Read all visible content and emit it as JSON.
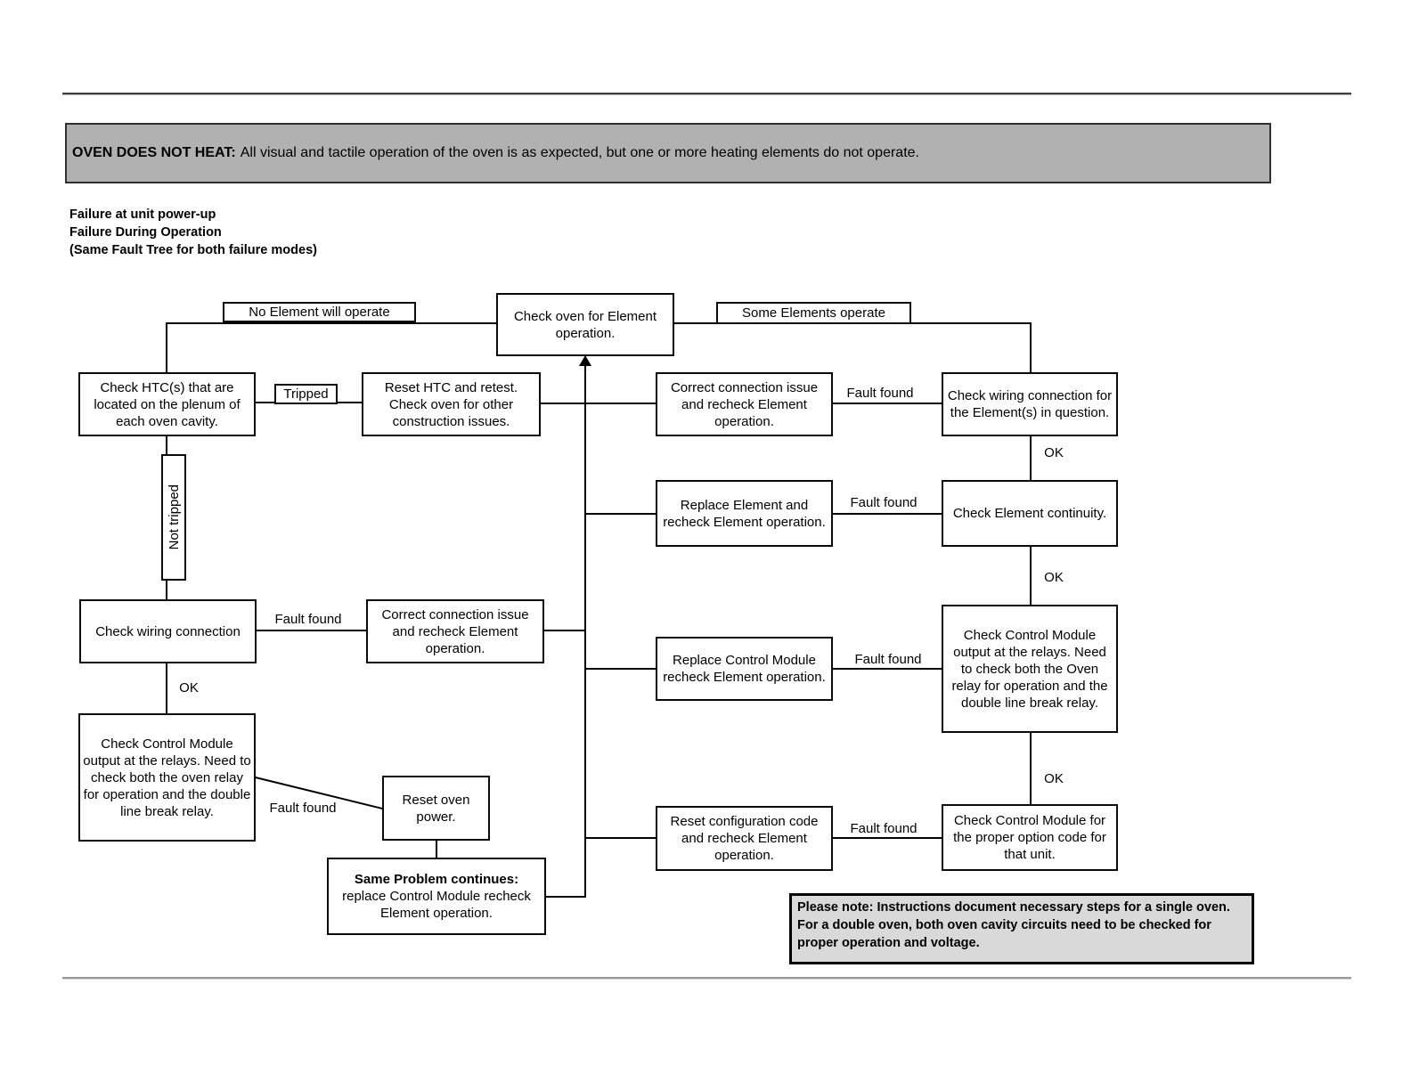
{
  "banner": {
    "label": "OVEN DOES NOT HEAT:",
    "text": "All visual and tactile operation of the oven is as expected, but one or more heating elements do not operate."
  },
  "subheads": {
    "line1": "Failure at unit power-up",
    "line2": "Failure During Operation",
    "line3": "(Same Fault Tree for both failure modes)"
  },
  "labels": {
    "no_element": "No Element will operate",
    "some_elements": "Some Elements operate",
    "tripped": "Tripped",
    "not_tripped": "Not tripped",
    "fault_found": "Fault found",
    "ok": "OK"
  },
  "nodes": {
    "check_oven": "Check oven for Element operation.",
    "check_htc": "Check HTC(s) that are located on the plenum of each oven cavity.",
    "reset_htc": "Reset HTC and retest. Check oven for other construction issues.",
    "correct_connection_right": "Correct connection issue and recheck Element operation.",
    "check_wiring_right": "Check wiring connection for the Element(s) in question.",
    "replace_element": "Replace Element and recheck Element operation.",
    "check_continuity": "Check Element continuity.",
    "replace_control_module": "Replace Control Module recheck Element operation.",
    "check_cm_output_right": "Check Control Module output at the relays. Need to check both the Oven relay for operation and the double line break relay.",
    "reset_config": "Reset configuration code and recheck Element operation.",
    "check_cm_option": "Check Control Module for the proper option code for that unit.",
    "check_wiring_left": "Check wiring connection",
    "correct_connection_left": "Correct connection issue and recheck Element operation.",
    "check_cm_output_left": "Check Control Module output at the relays. Need to check both the oven relay for operation and the double line break relay.",
    "reset_oven_power": "Reset oven power.",
    "same_problem_bold": "Same Problem continues:",
    "same_problem_rest": "replace Control Module recheck Element operation."
  },
  "note": {
    "text": "Please note: Instructions document necessary steps for a single oven.  For a double oven, both oven cavity circuits need to be checked for proper operation and voltage."
  },
  "colors": {
    "banner_bg": "#b1b1b1",
    "note_bg": "#d9d9d9",
    "line": "#000000"
  }
}
